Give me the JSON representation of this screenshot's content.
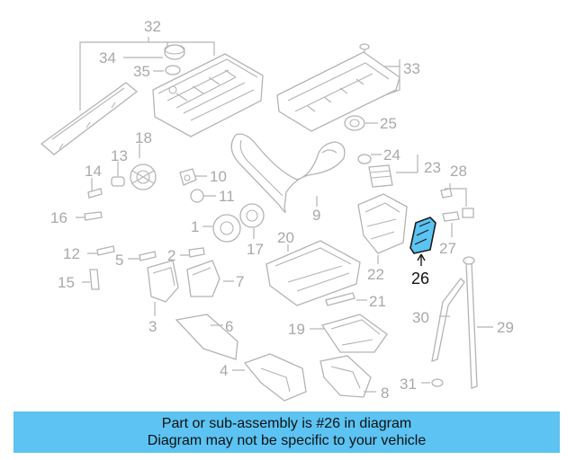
{
  "diagram": {
    "highlighted_part": "26",
    "callouts": [
      "32",
      "34",
      "35",
      "33",
      "25",
      "18",
      "13",
      "14",
      "10",
      "11",
      "16",
      "1",
      "24",
      "23",
      "28",
      "9",
      "17",
      "12",
      "5",
      "2",
      "20",
      "15",
      "7",
      "22",
      "27",
      "26",
      "3",
      "6",
      "21",
      "30",
      "29",
      "19",
      "4",
      "31",
      "8"
    ]
  },
  "banner": {
    "line1": "Part or sub-assembly is #26 in diagram",
    "line2": "Diagram may not be specific to your vehicle"
  },
  "colors": {
    "banner": "#5cc3f2",
    "highlight": "#5cc3f2",
    "part_lines": "#b4b4b4",
    "callout_text": "#a9a9a9"
  }
}
